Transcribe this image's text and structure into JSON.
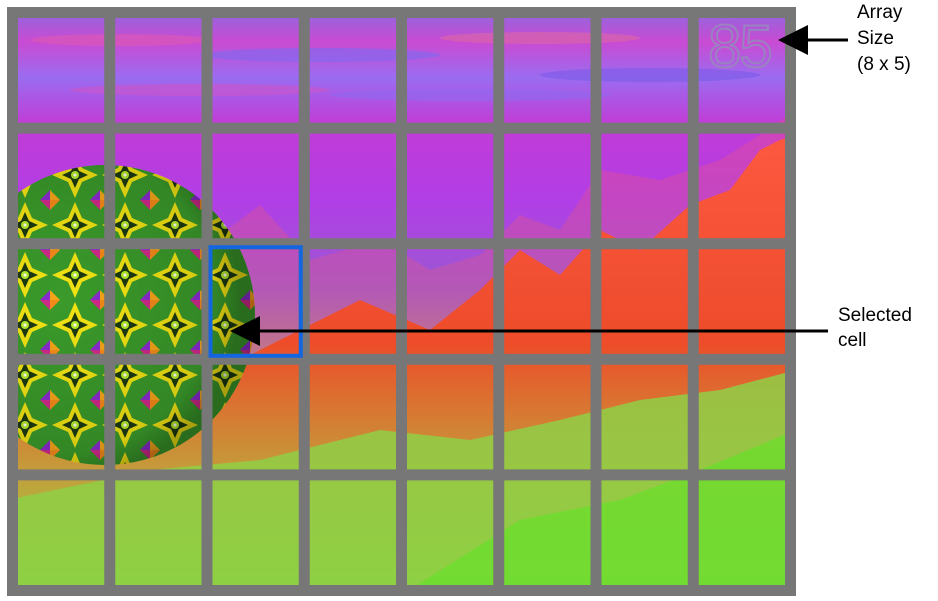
{
  "display": {
    "counter_value": "85",
    "grid_columns": 8,
    "grid_rows": 5,
    "selected_cell": {
      "column": 3,
      "row": 3
    },
    "colors": {
      "frame": "#777777",
      "selection_border": "#1466e0",
      "sky_top": "#8a6ae0",
      "sky_magenta": "#c23bd6",
      "terrain_red": "#ff4a2a",
      "terrain_orange": "#f07a28",
      "terrain_green": "#9ad640",
      "bright_green": "#66e02a",
      "sphere_yellow": "#f5e216",
      "sphere_green": "#2fa62a"
    }
  },
  "annotations": {
    "array_size_label": [
      "Array",
      "Size",
      "(8 x 5)"
    ],
    "selected_cell_label": [
      "Selected",
      "cell"
    ]
  }
}
